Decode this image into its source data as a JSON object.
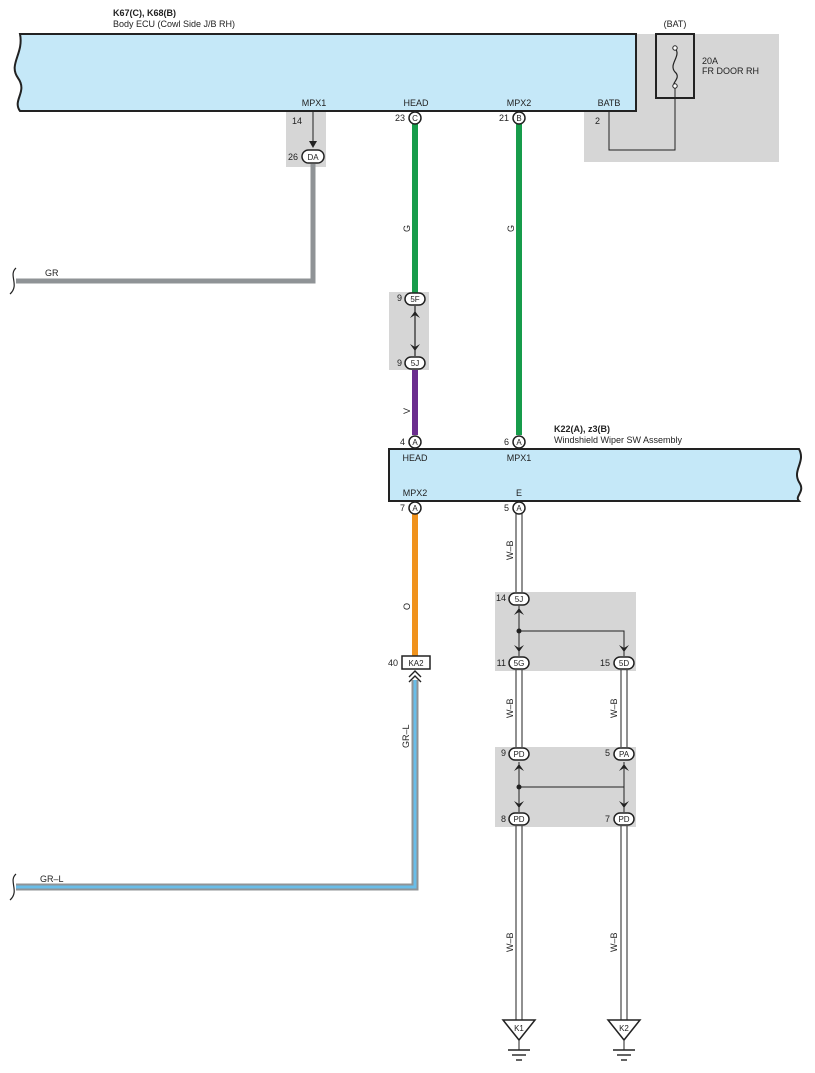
{
  "components": {
    "body_ecu": {
      "connectors_label": "K67(C), K68(B)",
      "name": "Body ECU (Cowl Side J/B RH)",
      "terminals": {
        "mpx1": "MPX1",
        "head": "HEAD",
        "mpx2": "MPX2",
        "batb": "BATB"
      }
    },
    "wiper_sw": {
      "connectors_label": "K22(A), z3(B)",
      "name": "Windshield Wiper SW Assembly",
      "terminals": {
        "head": "HEAD",
        "mpx1": "MPX1",
        "mpx2": "MPX2",
        "e": "E"
      }
    },
    "fuse": {
      "source": "(BAT)",
      "rating": "20A",
      "name": "FR DOOR RH"
    }
  },
  "pins": {
    "ecu_mpx1": "14",
    "ecu_da": "26",
    "ecu_head": "23",
    "ecu_mpx2": "21",
    "ecu_batb": "2",
    "j5f": "9",
    "j5j_top": "9",
    "sw_head": "4",
    "sw_mpx1": "6",
    "sw_mpx2": "7",
    "sw_e": "5",
    "ka2": "40",
    "g5j": "14",
    "g5g": "11",
    "g5d": "15",
    "pd_top": "9",
    "pa_top": "5",
    "pd_bot_l": "8",
    "pd_bot_r": "7"
  },
  "connectors": {
    "c": "C",
    "b": "B",
    "da": "DA",
    "j5f": "5F",
    "j5j": "5J",
    "a": "A",
    "ka2": "KA2",
    "g5j": "5J",
    "g5g": "5G",
    "g5d": "5D",
    "pd": "PD",
    "pa": "PA"
  },
  "wires": {
    "gr": "GR",
    "g": "G",
    "v": "V",
    "o": "O",
    "gr_l": "GR–L",
    "w_b": "W–B"
  },
  "grounds": {
    "k1": "K1",
    "k2": "K2"
  },
  "colors": {
    "component_fill": "#c5e8f8",
    "junction_fill": "#d6d6d6",
    "wire_gr": "#8f9396",
    "wire_g": "#179c4b",
    "wire_v": "#6b2d8e",
    "wire_o": "#f0921c",
    "wire_l": "#69bde8",
    "line": "#222222"
  }
}
